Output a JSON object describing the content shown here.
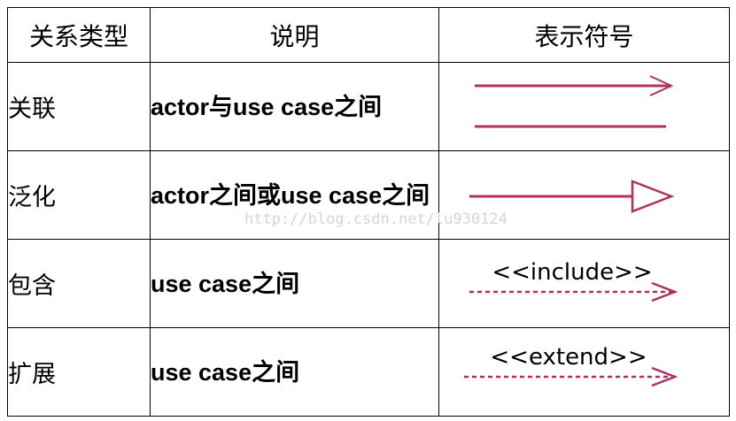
{
  "header": {
    "col1": "关系类型",
    "col2": "说明",
    "col3": "表示符号"
  },
  "rows": [
    {
      "type": "关联",
      "desc": "actor与use case之间",
      "symbol": "association-arrow-and-line",
      "label": ""
    },
    {
      "type": "泛化",
      "desc": "actor之间或use case之间",
      "symbol": "generalization-hollow-triangle-arrow",
      "label": ""
    },
    {
      "type": "包含",
      "desc": "use case之间",
      "symbol": "dashed-open-arrow",
      "label": "<<include>>"
    },
    {
      "type": "扩展",
      "desc": "use case之间",
      "symbol": "dashed-open-arrow",
      "label": "<<extend>>"
    }
  ],
  "watermark": "http://blog.csdn.net/lu930124",
  "colors": {
    "line": "#b03060",
    "border": "#000000",
    "watermark": "#d6d6d6"
  }
}
